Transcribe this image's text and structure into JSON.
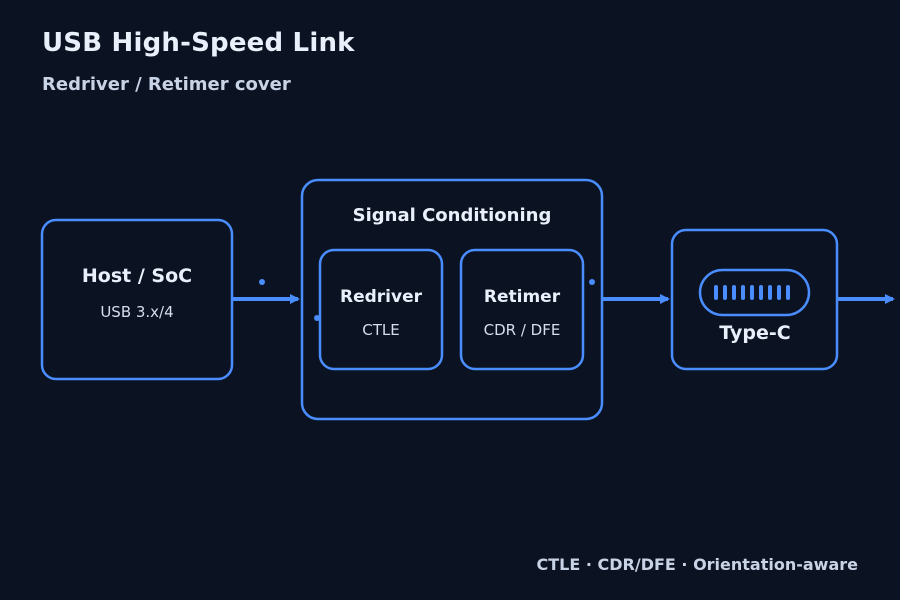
{
  "header": {
    "title": "USB High-Speed Link",
    "subtitle": "Redriver / Retimer cover"
  },
  "blocks": {
    "host": {
      "title": "Host / SoC",
      "subtitle": "USB 3.x/4"
    },
    "conditioning": {
      "title": "Signal Conditioning"
    },
    "redriver": {
      "title": "Redriver",
      "subtitle": "CTLE"
    },
    "retimer": {
      "title": "Retimer",
      "subtitle": "CDR / DFE"
    },
    "connector": {
      "title": "Type-C"
    }
  },
  "footer": {
    "tagline": "CTLE · CDR/DFE · Orientation-aware"
  },
  "colors": {
    "background": "#0b1222",
    "accent": "#4a8dff",
    "text": "#eaf0fb"
  }
}
